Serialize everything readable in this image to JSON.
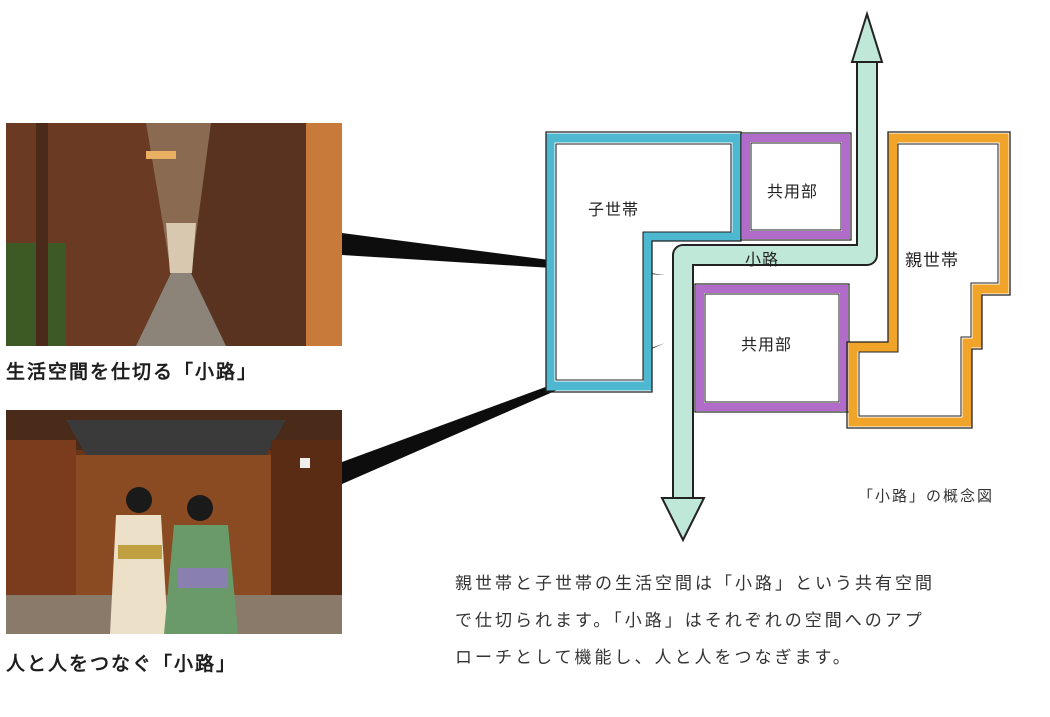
{
  "photos": [
    {
      "caption": "生活空間を仕切る「小路」",
      "subject": "narrow alley photo"
    },
    {
      "caption": "人と人をつなぐ「小路」",
      "subject": "two people in kimono in alley photo"
    }
  ],
  "diagram": {
    "labels": {
      "child_household": "子世帯",
      "shared_top": "共用部",
      "path": "小路",
      "parent_household": "親世帯",
      "shared_bottom": "共用部"
    },
    "caption": "「小路」の概念図",
    "colors": {
      "child_household": "#4db8d0",
      "shared": "#b06cc8",
      "parent_household": "#f0a52a",
      "path": "#bfe8d8"
    }
  },
  "description": [
    "親世帯と子世帯の生活空間は「小路」という共有空間",
    "で仕切られます。「小路」はそれぞれの空間へのアプ",
    "ローチとして機能し、人と人をつなぎます。"
  ]
}
